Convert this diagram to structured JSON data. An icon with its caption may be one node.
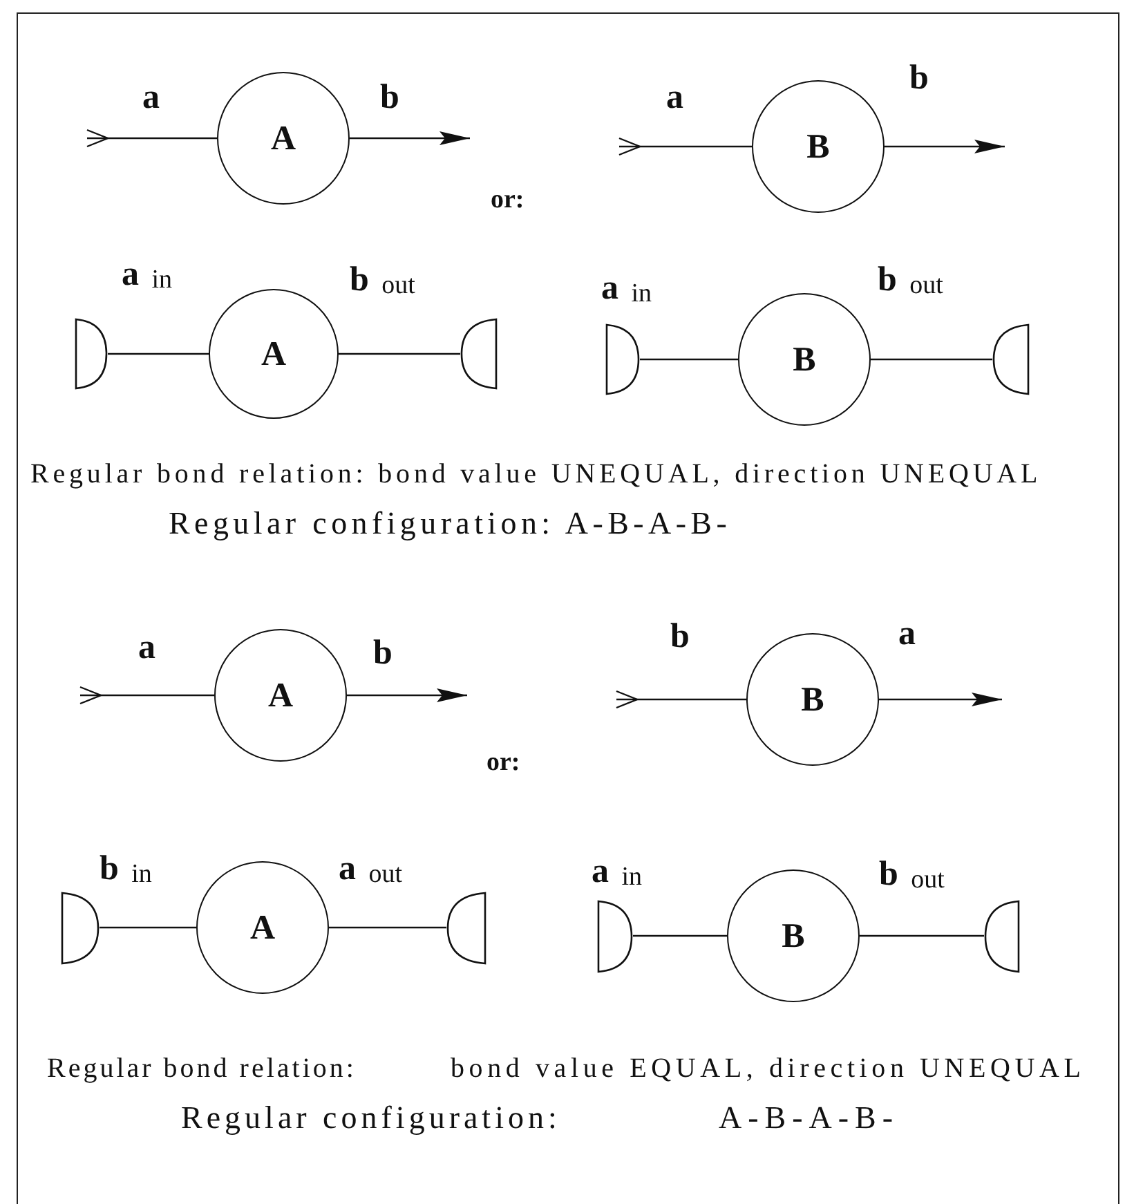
{
  "diagram": {
    "nodes": [
      {
        "text": [
          "A"
        ]
      },
      {
        "text": [
          "B"
        ]
      },
      {
        "text": [],
        "shape": "semicircle"
      },
      {
        "text": [
          "A"
        ]
      },
      {
        "text": [],
        "shape": "semicircle"
      },
      {
        "text": [],
        "shape": "semicircle"
      },
      {
        "text": [
          "B"
        ]
      },
      {
        "text": [],
        "shape": "semicircle"
      },
      {
        "text": [
          "A"
        ]
      },
      {
        "text": [
          "B"
        ]
      },
      {
        "text": [],
        "shape": "semicircle"
      },
      {
        "text": [
          "A"
        ]
      },
      {
        "text": [],
        "shape": "semicircle"
      },
      {
        "text": [],
        "shape": "semicircle"
      },
      {
        "text": [
          "B"
        ]
      },
      {
        "text": [],
        "shape": "semicircle"
      }
    ],
    "edges": [
      {
        "from": null,
        "to": 0,
        "arrow": "other",
        "label": "a"
      },
      {
        "from": 0,
        "to": null,
        "arrow": "to",
        "label": "b"
      },
      {
        "from": null,
        "to": 1,
        "arrow": "other",
        "label": "a"
      },
      {
        "from": 1,
        "to": null,
        "arrow": "to",
        "label": "b"
      },
      {
        "from": 2,
        "to": 3,
        "arrow": "none",
        "label": "a $_{in}$"
      },
      {
        "from": 3,
        "to": 4,
        "arrow": "none",
        "label": "b $_{out}$"
      },
      {
        "from": 5,
        "to": 6,
        "arrow": "none",
        "label": "a $_{in}$"
      },
      {
        "from": 6,
        "to": 7,
        "arrow": "none",
        "label": "b $_{out}$"
      },
      {
        "from": null,
        "to": 8,
        "arrow": "other",
        "label": "a"
      },
      {
        "from": 8,
        "to": null,
        "arrow": "to",
        "label": "b"
      },
      {
        "from": null,
        "to": 9,
        "arrow": "other",
        "label": "b"
      },
      {
        "from": 9,
        "to": null,
        "arrow": "to",
        "label": "a"
      },
      {
        "from": 10,
        "to": 11,
        "arrow": "none",
        "label": "b $_{in}$"
      },
      {
        "from": 11,
        "to": 12,
        "arrow": "none",
        "label": "a $_{out}$"
      },
      {
        "from": 13,
        "to": 14,
        "arrow": "none",
        "label": "a $_{in}$"
      },
      {
        "from": 14,
        "to": 15,
        "arrow": "none",
        "label": "b $_{out}$"
      }
    ],
    "labels": [
      "or:",
      "Regular bond relation: bond value UNEQUAL, direction UNEQUAL",
      "Regular configuration:  A-B-A-B-",
      "or:",
      "Regular bond relation:",
      "bond value EQUAL, direction UNEQUAL",
      "Regular configuration:",
      "A-B-A-B-"
    ]
  }
}
